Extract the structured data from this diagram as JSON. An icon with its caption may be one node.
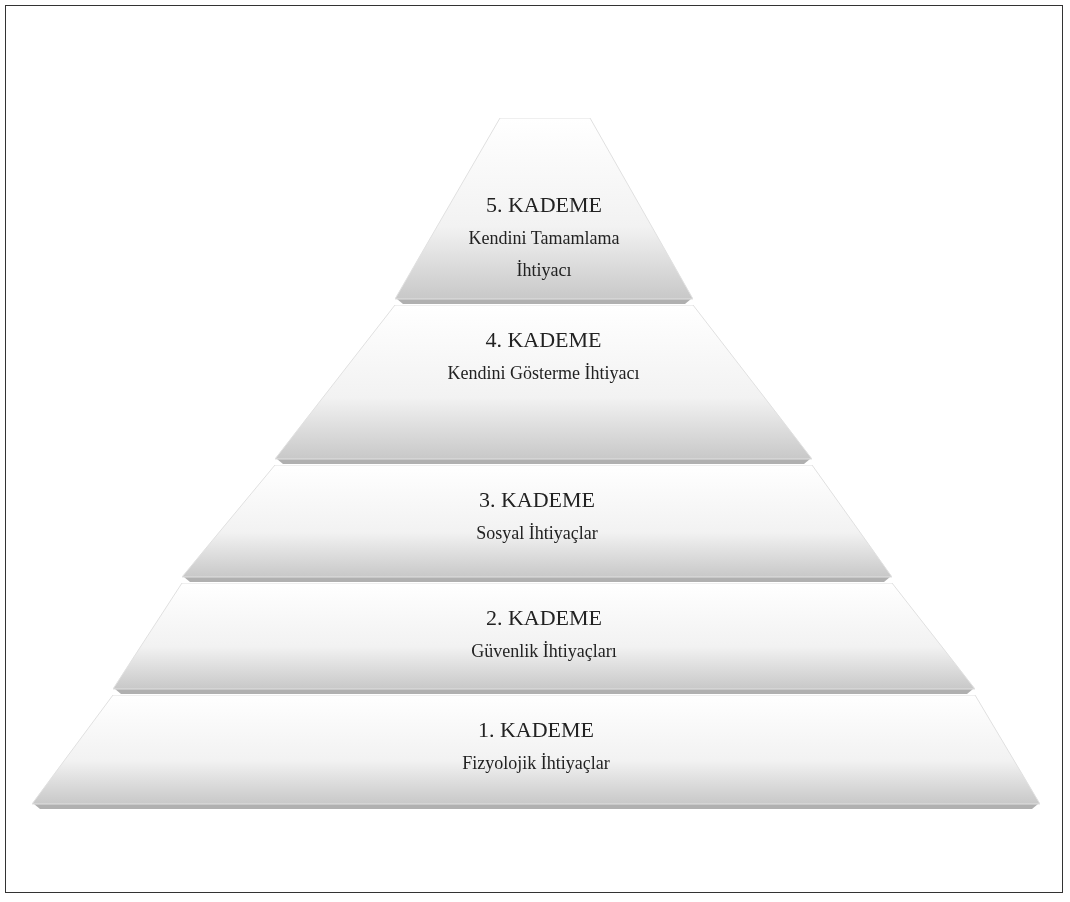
{
  "diagram": {
    "nodes": [
      {
        "text": [
          "5. KADEME",
          "Kendini Tamamlama İhtiyacı"
        ]
      },
      {
        "text": [
          "4. KADEME",
          "Kendini Gösterme İhtiyacı"
        ]
      },
      {
        "text": [
          "3. KADEME",
          "Sosyal İhtiyaçlar"
        ]
      },
      {
        "text": [
          "2. KADEME",
          "Güvenlik İhtiyaçları"
        ]
      },
      {
        "text": [
          "1. KADEME",
          "Fizyolojik İhtiyaçlar"
        ]
      }
    ]
  }
}
